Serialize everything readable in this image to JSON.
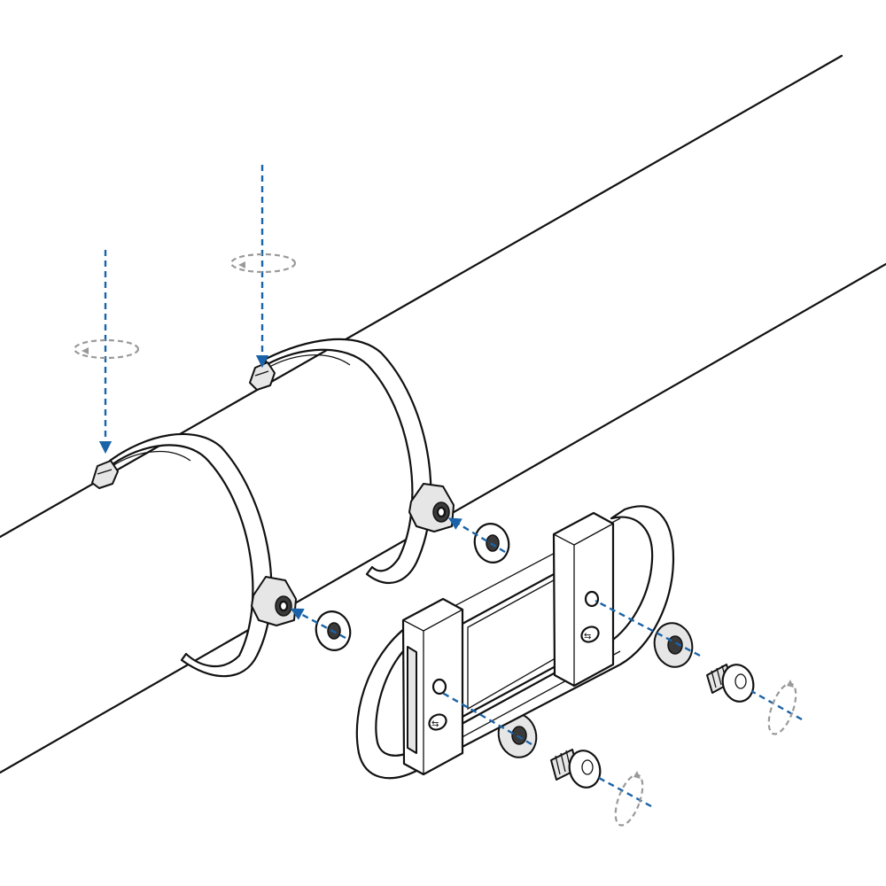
{
  "figure": {
    "kind": "exploded assembly illustration",
    "colors": {
      "line": "#111111",
      "axis": "#1b63a8",
      "rotation": "#9a9a9a",
      "background": "#ffffff"
    },
    "parts": [
      "pipe",
      "clamp-band-left",
      "clamp-band-right",
      "clamp-nut-left",
      "clamp-nut-right",
      "washer-a",
      "washer-b",
      "washer-c",
      "washer-d",
      "u-bracket",
      "bracket-plate-left",
      "bracket-plate-right",
      "button-head-bolt-upper",
      "button-head-bolt-lower"
    ],
    "icons": [
      "axis-arrow-icon",
      "rotation-arrow-icon"
    ]
  }
}
